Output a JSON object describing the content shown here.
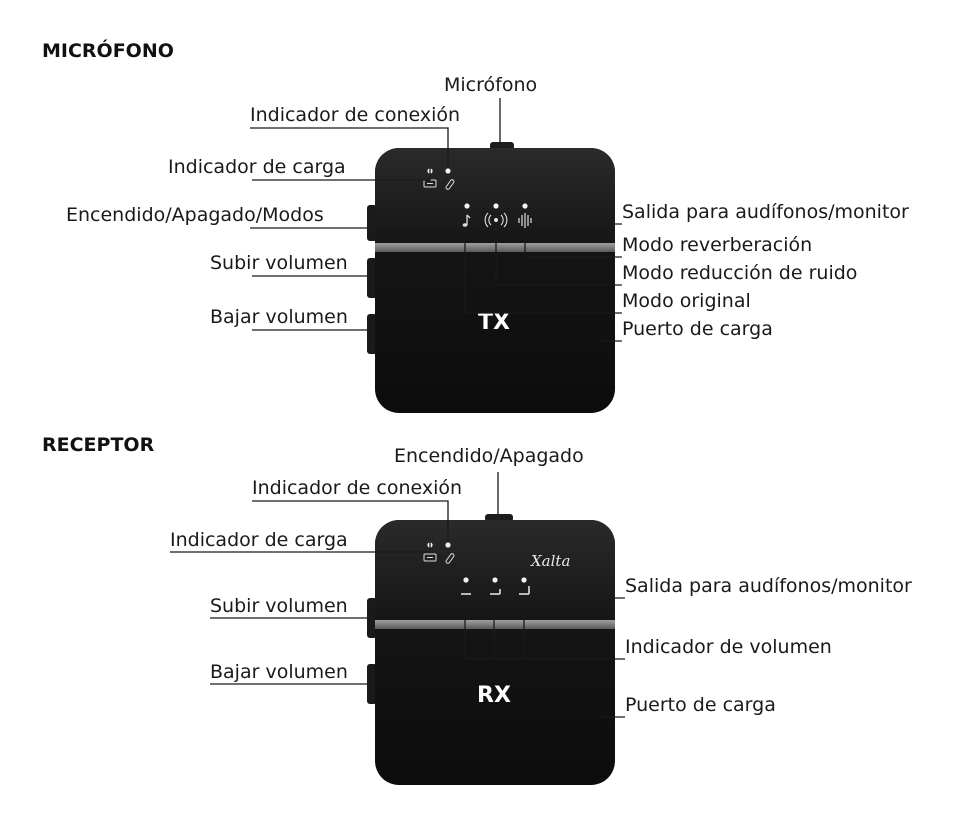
{
  "sections": {
    "transmitter_title": "MICRÓFONO",
    "receiver_title": "RECEPTOR"
  },
  "transmitter": {
    "device_tag": "TX",
    "labels": {
      "microphone": "Micrófono",
      "connection_indicator": "Indicador de conexión",
      "charge_indicator": "Indicador de carga",
      "power_modes": "Encendido/Apagado/Modos",
      "volume_up": "Subir volumen",
      "volume_down": "Bajar volumen",
      "headphone_out": "Salida para audífonos/monitor",
      "reverb_mode": "Modo reverberación",
      "noise_reduction_mode": "Modo reducción de ruido",
      "original_mode": "Modo original",
      "charging_port": "Puerto de carga"
    }
  },
  "receiver": {
    "device_tag": "RX",
    "brand_logo": "Xalta",
    "labels": {
      "power": "Encendido/Apagado",
      "connection_indicator": "Indicador de conexión",
      "charge_indicator": "Indicador de carga",
      "volume_up": "Subir volumen",
      "volume_down": "Bajar volumen",
      "headphone_out": "Salida para audífonos/monitor",
      "volume_indicator": "Indicador de volumen",
      "charging_port": "Puerto de carga"
    }
  },
  "colors": {
    "device_body": "#121212",
    "device_top_panel": "#1f1f1f",
    "device_band": "#8a8a8a",
    "led": "#f2f2f2"
  },
  "icons": {
    "mode_original": "note-icon",
    "mode_noise_reduction": "radio-waves-icon",
    "mode_reverb": "sound-bars-icon",
    "battery": "battery-icon",
    "link": "link-icon"
  }
}
